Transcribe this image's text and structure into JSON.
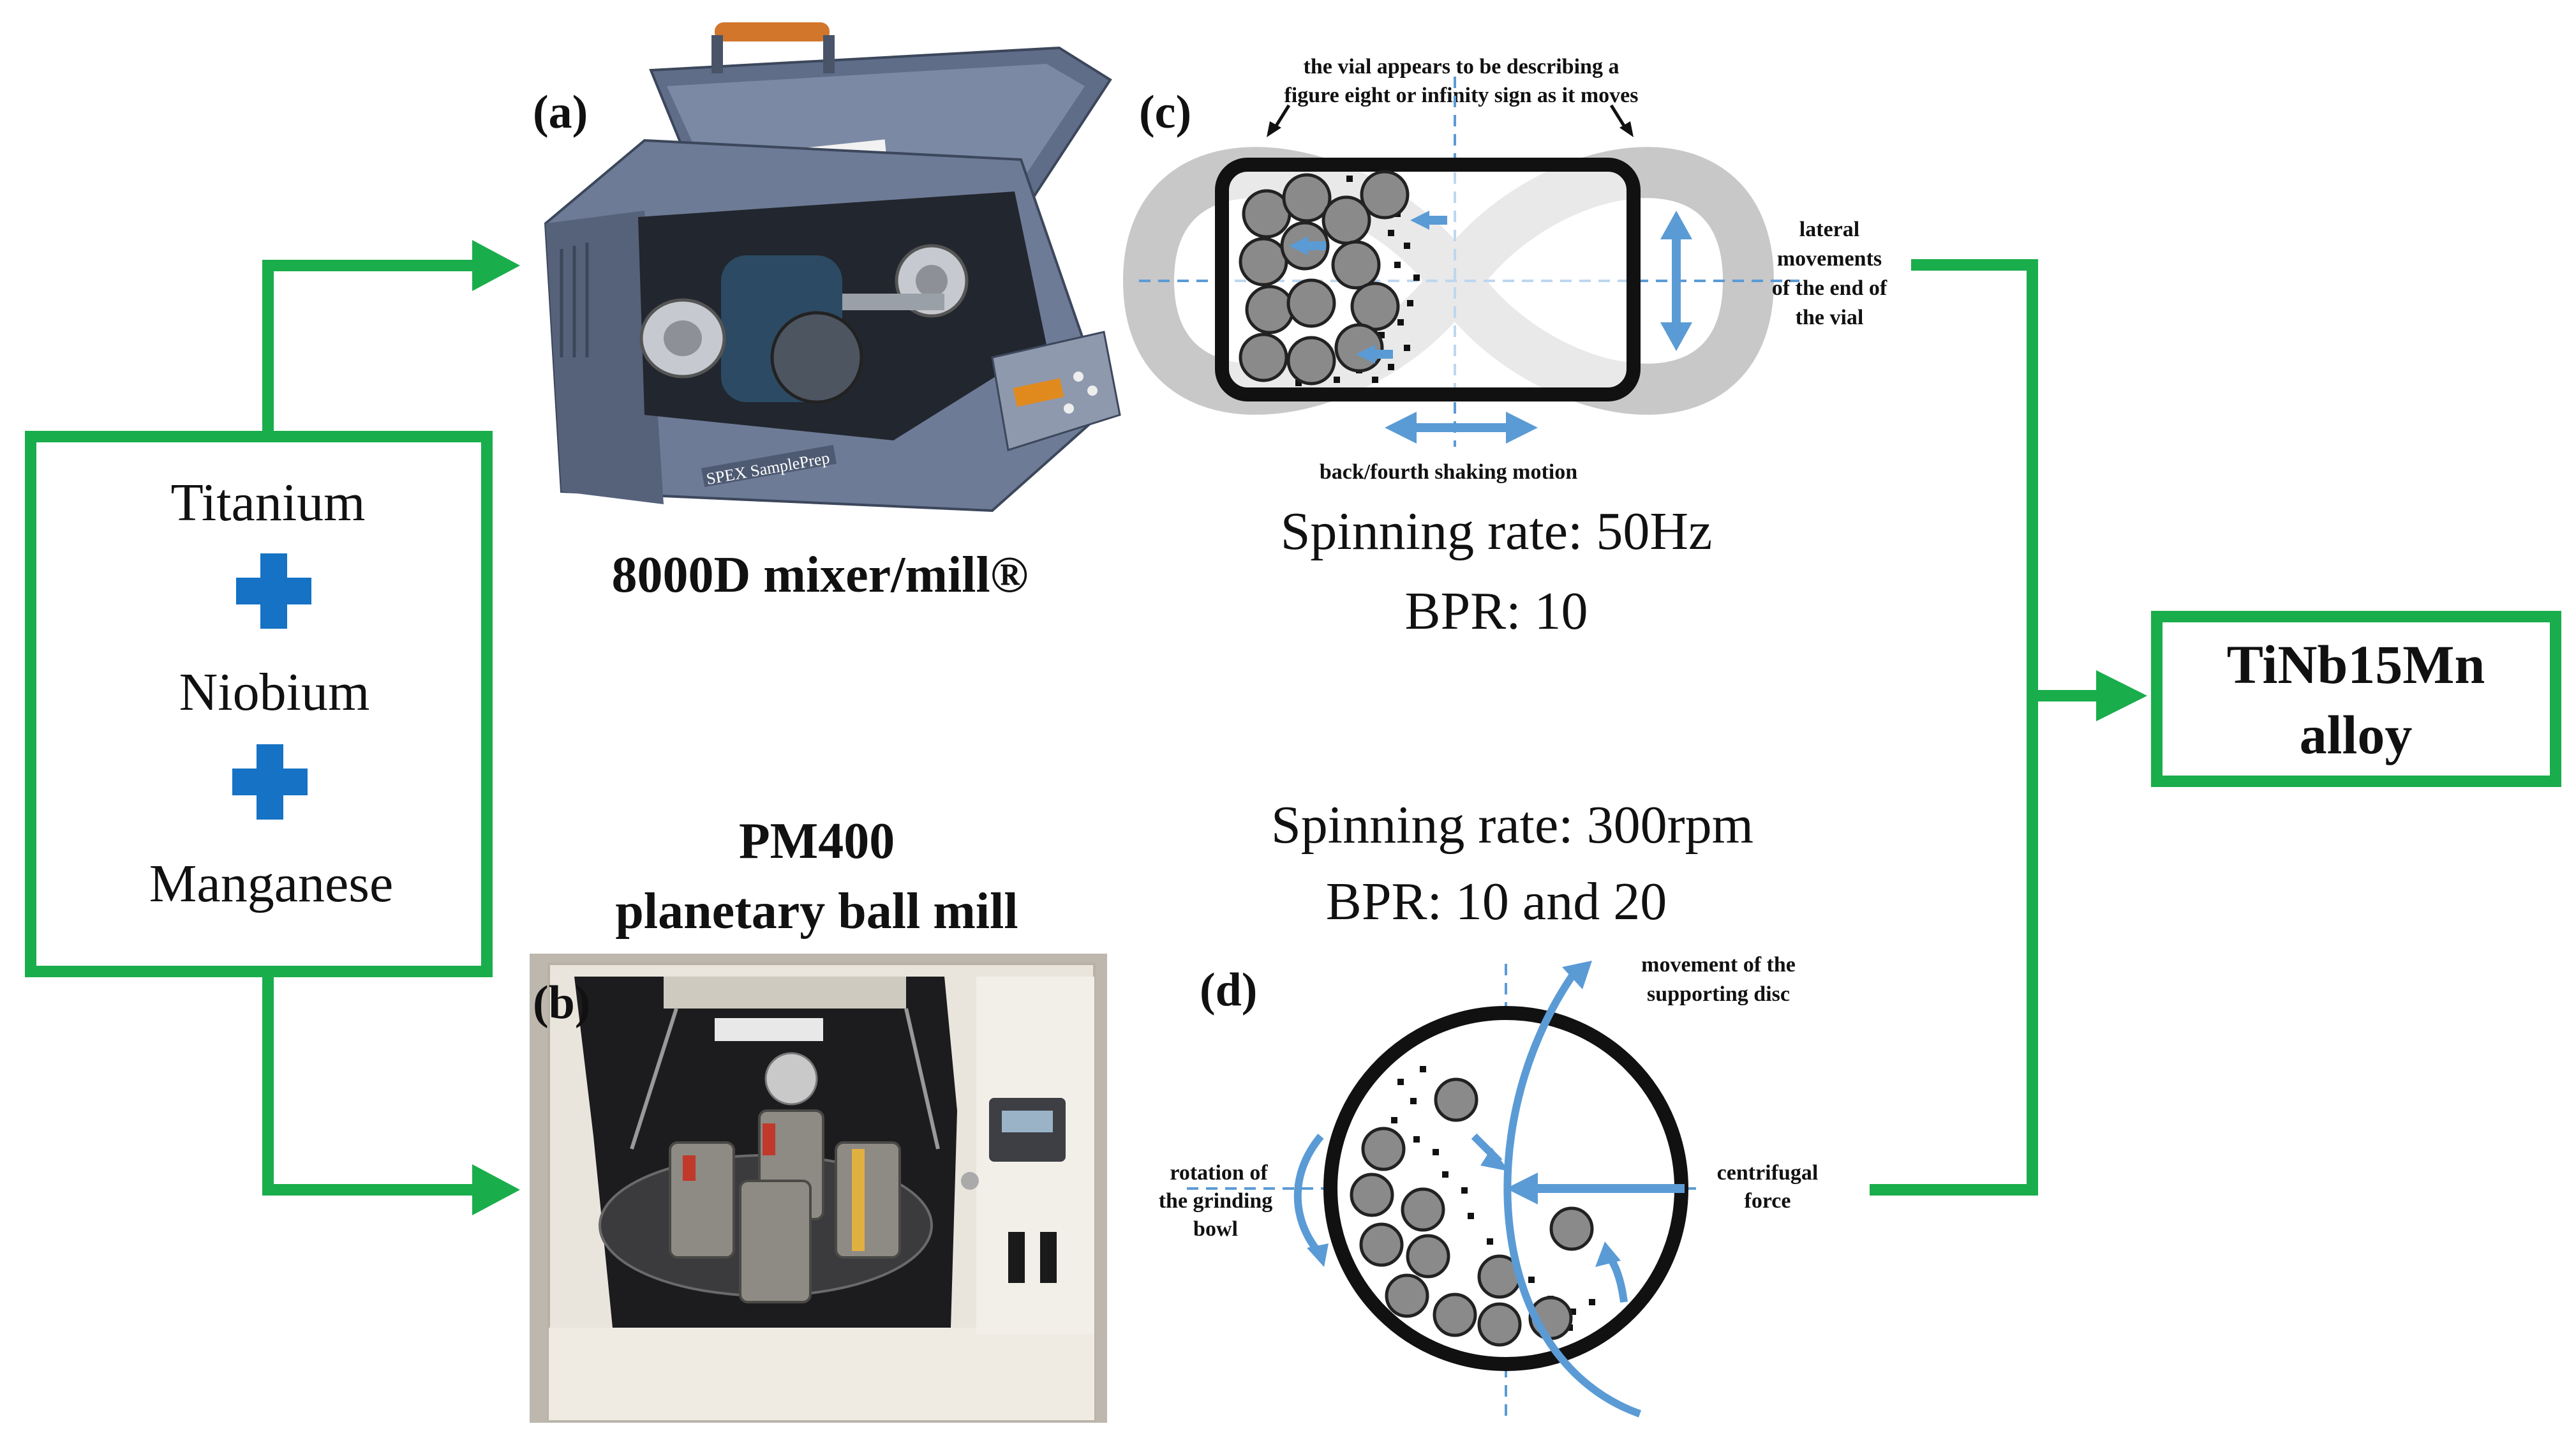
{
  "elements": [
    "Titanium",
    "Niobium",
    "Manganese"
  ],
  "colors": {
    "arrow": "#1aad4b",
    "plus": "#1572c4",
    "motion": "#5b9bd5",
    "vial": "#111111",
    "ball": "#8a8a8a",
    "figure8": "#c8c8c8"
  },
  "panel_a": {
    "letter": "(a)",
    "caption": "8000D mixer/mill®"
  },
  "panel_b": {
    "letter": "(b)",
    "caption_line1": "PM400",
    "caption_line2": "planetary ball mill"
  },
  "panel_c": {
    "letter": "(c)",
    "note_line1": "the vial appears to be describing a",
    "note_line2": "figure eight or infinity sign as it moves",
    "lateral_lines": [
      "lateral",
      "movements",
      "of the end of",
      "the vial"
    ],
    "back_forth": "back/fourth shaking motion",
    "spin_rate": "Spinning rate: 50Hz",
    "bpr": "BPR: 10"
  },
  "panel_d": {
    "letter": "(d)",
    "spin_rate": "Spinning rate: 300rpm",
    "bpr": "BPR: 10 and 20",
    "disc_lines": [
      "movement of the",
      "supporting disc"
    ],
    "rotation_lines": [
      "rotation  of",
      "the grinding",
      "bowl"
    ],
    "centrifugal_lines": [
      "centrifugal",
      "force"
    ]
  },
  "output": {
    "line1": "TiNb15Mn",
    "line2": "alloy"
  }
}
